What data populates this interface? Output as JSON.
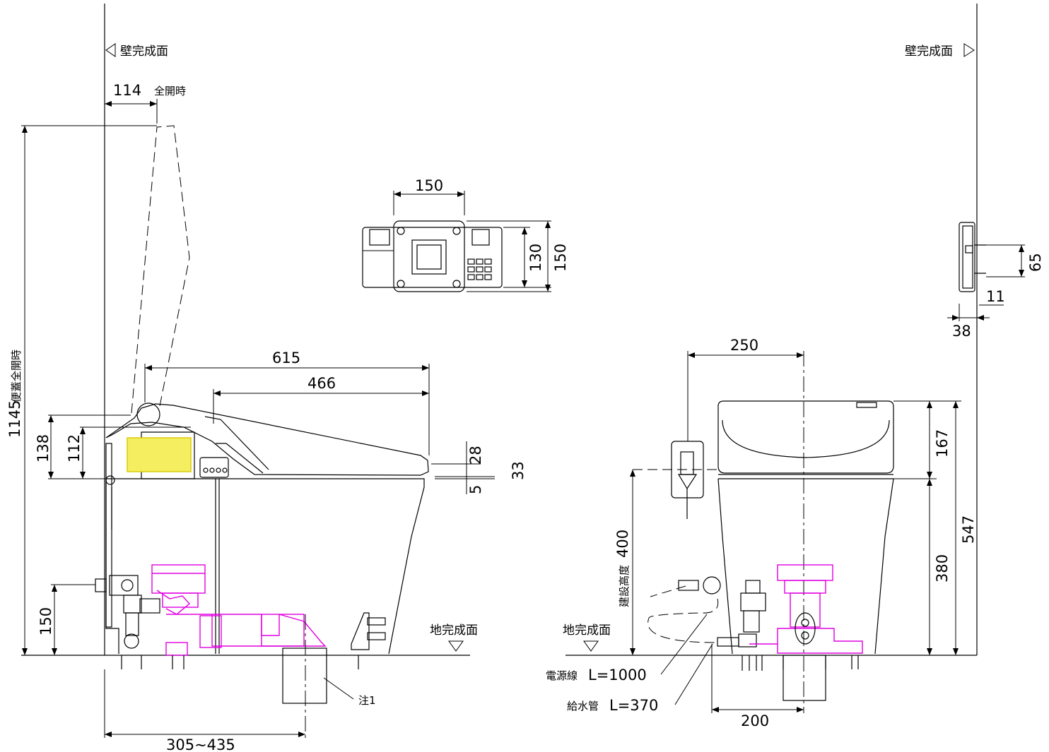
{
  "labels": {
    "wall_left": "壁完成面",
    "wall_right": "壁完成面",
    "open_full": "全開時",
    "seat_lid_full_open": "便蓋全開時",
    "floor_left": "地完成面",
    "floor_right": "地完成面",
    "note1": "注1",
    "install_height": "建設高度",
    "power_cord": "電源線",
    "power_cord_len": "L=1000",
    "water_pipe": "給水管",
    "water_pipe_len": "L=370"
  },
  "dimensions": {
    "d114": "114",
    "d1145": "1145",
    "d138": "138",
    "d112": "112",
    "d150_floor": "150",
    "d305_435": "305~435",
    "d615": "615",
    "d466": "466",
    "d28": "28",
    "d5": "5",
    "d33": "33",
    "d150_remote_w": "150",
    "d130_remote": "130",
    "d150_remote_h": "150",
    "d65": "65",
    "d11": "11",
    "d38": "38",
    "d250": "250",
    "d400": "400",
    "d167": "167",
    "d547": "547",
    "d380": "380",
    "d200": "200"
  },
  "colors": {
    "line": "#000000",
    "supply_parts": "#e000e0",
    "heater_area": "#f4ee60"
  }
}
